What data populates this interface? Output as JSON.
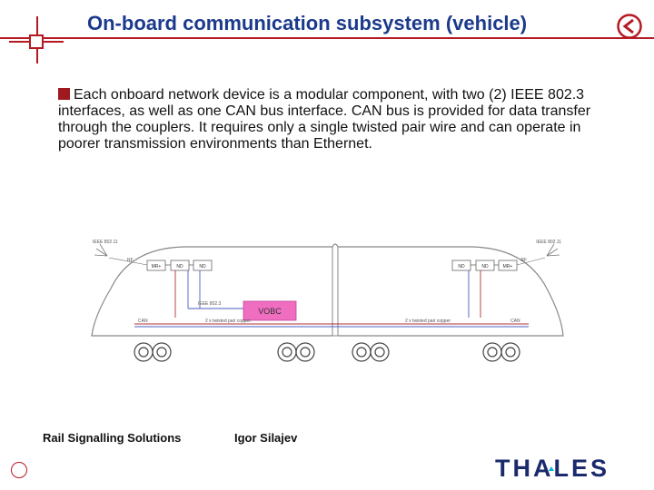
{
  "slide": {
    "title": "On-board communication subsystem (vehicle)",
    "body": "Each onboard network device is a modular component, with two (2) IEEE 802.3 interfaces, as well as one CAN bus interface. CAN bus is provided for data transfer through the couplers.  It requires only a single twisted pair wire and can operate in poorer transmission environments than Ethernet."
  },
  "diagram": {
    "left_std_label": "IEEE 802.11",
    "right_std_label": "IEEE 802.11",
    "left_antenna_label": "RF",
    "right_antenna_label": "RF",
    "left_boxes": [
      "MR+",
      "ND",
      "ND"
    ],
    "right_boxes": [
      "ND",
      "ND",
      "MR+"
    ],
    "vobc_label": "VOBC",
    "vobc_std_label": "IEEE 802.3",
    "can_left_label": "CAN",
    "can_right_label": "CAN",
    "twisted_left_label": "2 x twisted pair copper",
    "twisted_right_label": "2 x twisted pair copper"
  },
  "footer": {
    "left": "Rail Signalling Solutions",
    "right": "Igor Silajev"
  },
  "logo": {
    "text": "THALES"
  },
  "colors": {
    "title": "#1b3a8c",
    "accent": "#b51a23",
    "vobc": "#f06ec0",
    "logo": "#1a2a6c"
  }
}
